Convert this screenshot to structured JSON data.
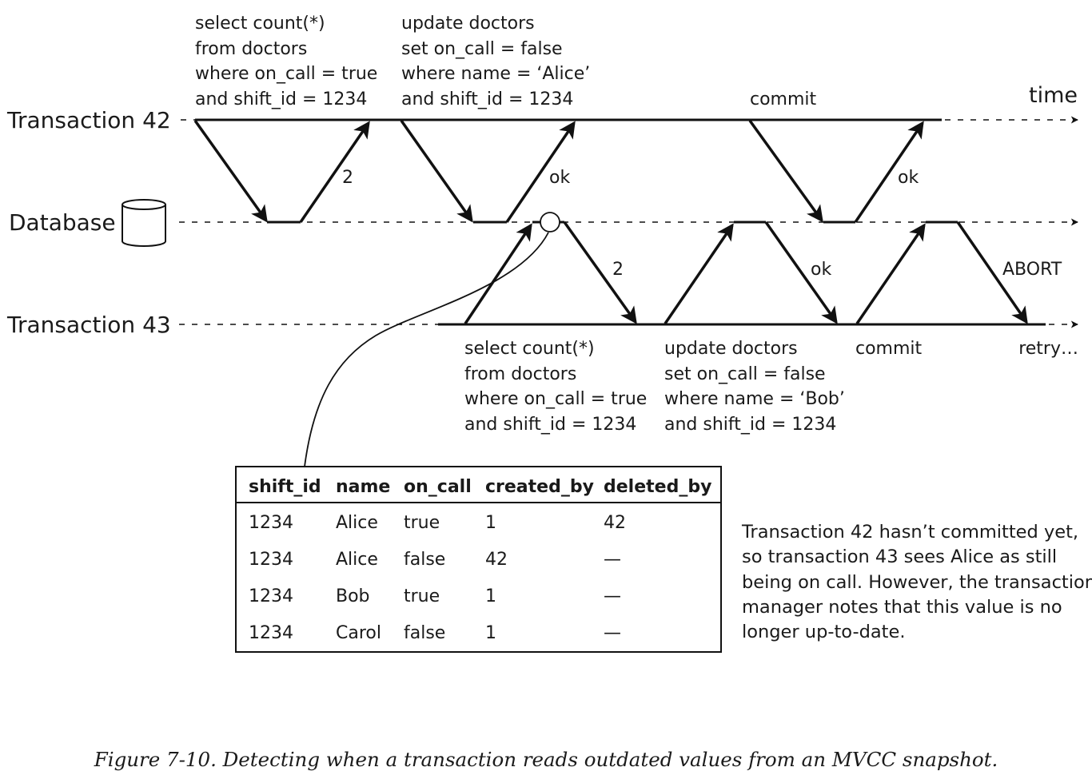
{
  "lanes": {
    "t42": "Transaction 42",
    "db": "Database",
    "t43": "Transaction 43"
  },
  "time_label": "time",
  "t42": {
    "query1": [
      "select count(*)",
      "from doctors",
      "where on_call = true",
      "and shift_id = 1234"
    ],
    "query1_result": "2",
    "query2": [
      "update doctors",
      "set on_call = false",
      "where name = ‘Alice’",
      "and shift_id = 1234"
    ],
    "query2_result": "ok",
    "commit": "commit",
    "commit_result": "ok"
  },
  "t43": {
    "query1": [
      "select count(*)",
      "from doctors",
      "where on_call = true",
      "and shift_id = 1234"
    ],
    "query1_result": "2",
    "query2": [
      "update doctors",
      "set on_call = false",
      "where name = ‘Bob’",
      "and shift_id = 1234"
    ],
    "query2_result": "ok",
    "commit": "commit",
    "commit_result": "ABORT",
    "retry": "retry…"
  },
  "table": {
    "headers": [
      "shift_id",
      "name",
      "on_call",
      "created_by",
      "deleted_by"
    ],
    "rows": [
      [
        "1234",
        "Alice",
        "true",
        "1",
        "42"
      ],
      [
        "1234",
        "Alice",
        "false",
        "42",
        "—"
      ],
      [
        "1234",
        "Bob",
        "true",
        "1",
        "—"
      ],
      [
        "1234",
        "Carol",
        "false",
        "1",
        "—"
      ]
    ]
  },
  "note": [
    "Transaction 42 hasn’t committed yet,",
    "so transaction 43 sees Alice as still",
    "being on call. However, the transaction",
    "manager notes that this value is no",
    "longer up-to-date."
  ],
  "caption": "Figure 7-10. Detecting when a transaction reads outdated values from an MVCC snapshot."
}
